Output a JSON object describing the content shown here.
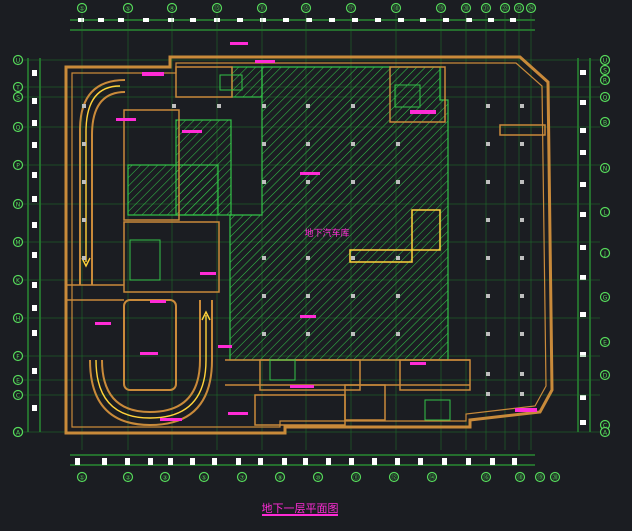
{
  "app": {
    "title": "地下一层平面图"
  },
  "grid": {
    "top_labels": [
      "①",
      "⑤",
      "④",
      "⑬",
      "⑪",
      "⑮",
      "⑰",
      "⑱",
      "⑲",
      "⑳",
      "㉑",
      "㉒",
      "㉓",
      "㉔"
    ],
    "bottom_labels": [
      "①",
      "②",
      "③",
      "⑤",
      "⑦",
      "⑨",
      "⑩",
      "⑪",
      "⑫",
      "⑭",
      "⑯",
      "⑱",
      "⑲",
      "⑳"
    ],
    "left_labels": [
      "U",
      "T",
      "S",
      "Q",
      "P",
      "N",
      "M",
      "K",
      "H",
      "F",
      "E",
      "C",
      "B",
      "A"
    ],
    "right_labels": [
      "U",
      "S",
      "R",
      "Q",
      "B",
      "N",
      "L",
      "J",
      "G",
      "E",
      "D",
      "C",
      "A"
    ]
  },
  "plan": {
    "core_label": "地下汽车库"
  },
  "colors": {
    "background": "#1b1d22",
    "wall": "#c98a3a",
    "hatch": "#33c248",
    "grid_line": "#2fbf3a",
    "axis_bubble": "#55d85a",
    "dimension": "#ffffff",
    "annotation": "#ff2bd6",
    "ramp_guide": "#ffd23a"
  }
}
